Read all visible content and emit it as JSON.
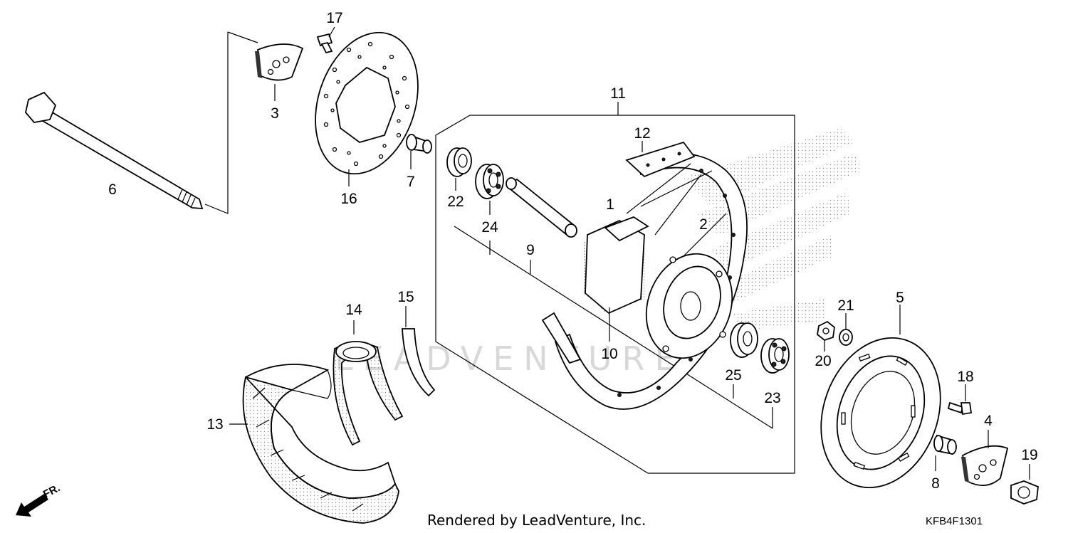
{
  "diagram": {
    "callouts": [
      "1",
      "2",
      "3",
      "4",
      "5",
      "6",
      "7",
      "8",
      "9",
      "10",
      "11",
      "12",
      "13",
      "14",
      "15",
      "16",
      "17",
      "18",
      "19",
      "20",
      "21",
      "22",
      "23",
      "24",
      "25"
    ],
    "direction_label": "FR.",
    "watermark": "LEADVENTURE",
    "footer_credit": "Rendered by LeadVenture, Inc.",
    "drawing_code": "KFB4F1301"
  }
}
